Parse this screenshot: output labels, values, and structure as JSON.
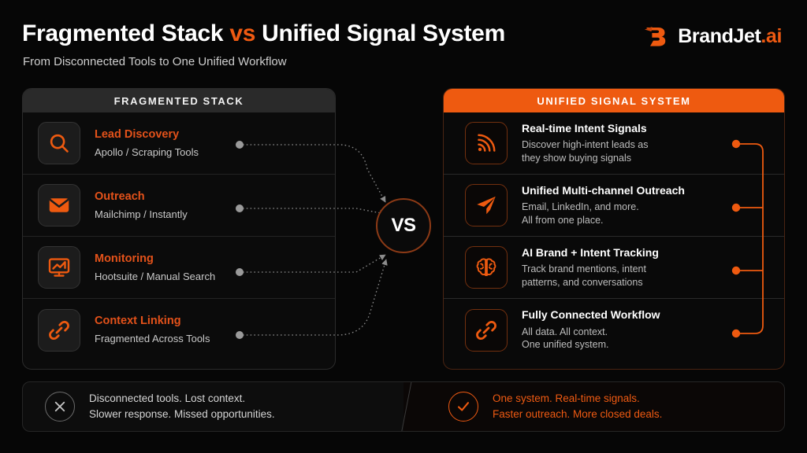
{
  "header": {
    "title_part1": "Fragmented Stack",
    "title_vs": "vs",
    "title_part2": "Unified Signal System",
    "subtitle": "From Disconnected Tools to One Unified Workflow"
  },
  "logo": {
    "name": "BrandJet",
    "suffix": ".ai",
    "mark": "brandjet-b-mark"
  },
  "vs_badge": {
    "label": "VS"
  },
  "left_panel": {
    "header": "FRAGMENTED STACK",
    "items": [
      {
        "icon": "magnifier-icon",
        "title": "Lead Discovery",
        "subtitle": "Apollo / Scraping Tools"
      },
      {
        "icon": "envelope-icon",
        "title": "Outreach",
        "subtitle": "Mailchimp / Instantly"
      },
      {
        "icon": "monitor-chart-icon",
        "title": "Monitoring",
        "subtitle": "Hootsuite / Manual Search"
      },
      {
        "icon": "chain-link-icon",
        "title": "Context Linking",
        "subtitle": "Fragmented Across Tools"
      }
    ]
  },
  "right_panel": {
    "header": "UNIFIED SIGNAL SYSTEM",
    "items": [
      {
        "icon": "signal-waves-icon",
        "title": "Real-time Intent Signals",
        "sub_line1": "Discover high-intent leads as",
        "sub_line2": "they show buying signals"
      },
      {
        "icon": "paper-plane-icon",
        "title": "Unified Multi-channel Outreach",
        "sub_line1": "Email, LinkedIn, and more.",
        "sub_line2": "All from one place."
      },
      {
        "icon": "brain-icon",
        "title": "AI Brand + Intent Tracking",
        "sub_line1": "Track brand mentions, intent",
        "sub_line2": "patterns, and conversations"
      },
      {
        "icon": "chain-link-icon",
        "title": "Fully Connected Workflow",
        "sub_line1": "All data. All context.",
        "sub_line2": "One unified system."
      }
    ]
  },
  "bottom_bar": {
    "left": {
      "icon": "x-circle-icon",
      "line1": "Disconnected tools. Lost context.",
      "line2": "Slower response. Missed opportunities."
    },
    "right": {
      "icon": "check-circle-icon",
      "line1": "One system. Real-time signals.",
      "line2": "Faster outreach. More closed deals."
    }
  },
  "colors": {
    "background": "#060606",
    "accent_orange": "#ef5a12",
    "header_bar_orange": "#ee5a10",
    "left_title_orange": "#e4521a",
    "panel_header_gray": "#2a2a2a",
    "dot_gray": "#9a9a9a",
    "text_white": "#ffffff",
    "text_gray": "#c9c9c9"
  }
}
